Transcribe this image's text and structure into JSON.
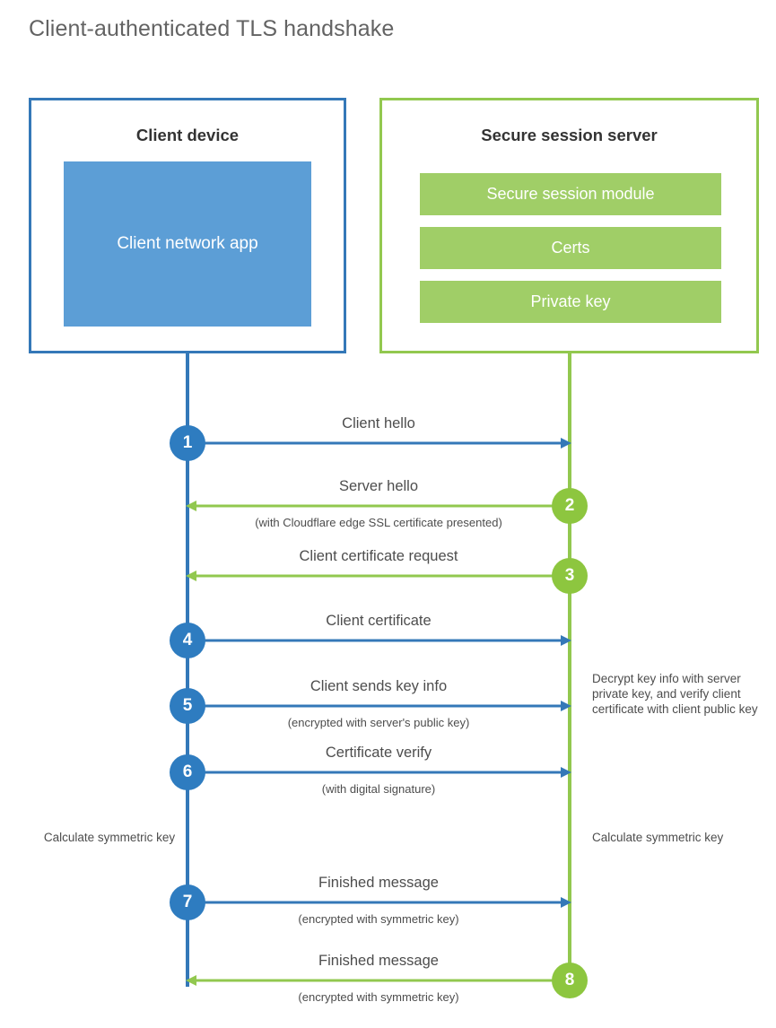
{
  "title": "Client-authenticated TLS handshake",
  "colors": {
    "client_blue": "#3478b8",
    "client_app_fill": "#5c9ed6",
    "server_green": "#92c84f",
    "server_bar_fill": "#a0ce67",
    "circle_blue": "#2e7cc0",
    "circle_green": "#8dc63f",
    "text": "#4d4d4d"
  },
  "client": {
    "title": "Client device",
    "app_label": "Client network app"
  },
  "server": {
    "title": "Secure session server",
    "components": [
      "Secure session module",
      "Certs",
      "Private key"
    ]
  },
  "steps": [
    {
      "number": "1",
      "label": "Client hello",
      "sublabel": "",
      "direction": "right",
      "color": "blue"
    },
    {
      "number": "2",
      "label": "Server hello",
      "sublabel": "(with Cloudflare edge SSL certificate presented)",
      "direction": "left",
      "color": "green"
    },
    {
      "number": "3",
      "label": "Client certificate request",
      "sublabel": "",
      "direction": "left",
      "color": "green"
    },
    {
      "number": "4",
      "label": "Client certificate",
      "sublabel": "",
      "direction": "right",
      "color": "blue"
    },
    {
      "number": "5",
      "label": "Client sends key info",
      "sublabel": "(encrypted with server's public key)",
      "direction": "right",
      "color": "blue"
    },
    {
      "number": "6",
      "label": "Certificate verify",
      "sublabel": "(with digital signature)",
      "direction": "right",
      "color": "blue"
    },
    {
      "number": "7",
      "label": "Finished message",
      "sublabel": "(encrypted with symmetric key)",
      "direction": "right",
      "color": "blue"
    },
    {
      "number": "8",
      "label": "Finished message",
      "sublabel": "(encrypted with symmetric key)",
      "direction": "left",
      "color": "green"
    }
  ],
  "notes": {
    "decrypt": "Decrypt key info with server private key, and verify client certificate with client public key",
    "calculate_client": "Calculate symmetric key",
    "calculate_server": "Calculate symmetric key"
  }
}
